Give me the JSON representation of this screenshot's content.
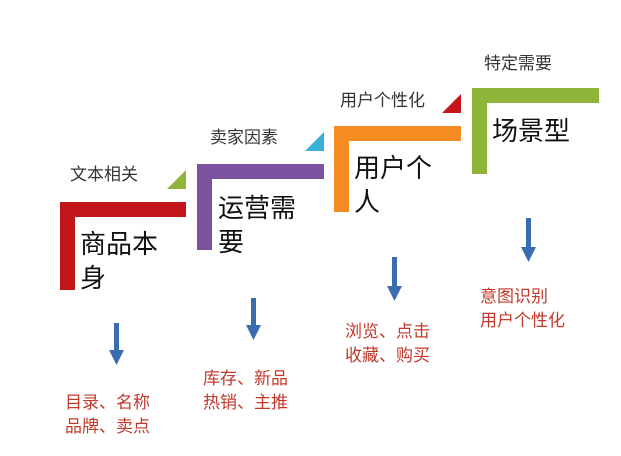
{
  "colors": {
    "step1": "#c2161b",
    "step2": "#7b52a0",
    "step3": "#f68b22",
    "step4": "#8fb43a",
    "tag1_triangle": "#8fb43a",
    "tag2_triangle": "#3bb0d8",
    "tag3_triangle": "#c2161b",
    "arrow": "#3a6db0"
  },
  "steps": [
    {
      "tag": "文本相关",
      "stage": "商品本\n身",
      "detail": "目录、名称\n品牌、卖点"
    },
    {
      "tag": "卖家因素",
      "stage": "运营需\n要",
      "detail": "库存、新品\n热销、主推"
    },
    {
      "tag": "用户个性化",
      "stage": "用户个\n人",
      "detail": "浏览、点击\n收藏、购买"
    },
    {
      "tag": "特定需要",
      "stage": "场景型",
      "detail": "意图识别\n用户个性化"
    }
  ]
}
